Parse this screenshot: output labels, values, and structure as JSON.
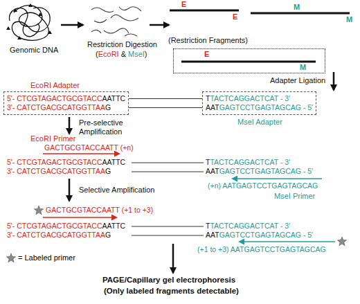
{
  "diagram": {
    "nodes": [
      {
        "text": [
          "E",
          "M"
        ]
      },
      {
        "text": [
          "EcoRI Adapter",
          "5'- CTCGTAGACTGCGTACC",
          "AATTC",
          "3'- CATCTGACGCATGGTTAA",
          "G"
        ]
      },
      {
        "text": [
          "T",
          "TACTCAGGACTCAT - 3'",
          "AAT",
          "GAGTCCTGAGTAGCAG - 5'",
          "MseI Adapter"
        ]
      }
    ],
    "edges": [
      {
        "from": 1,
        "to": 2,
        "arrow": "none"
      },
      {
        "from": 1,
        "to": 2,
        "arrow": "none"
      }
    ],
    "labels": [
      "Genomic DNA",
      "Restriction Digestion",
      "(",
      "EcoRI",
      "&",
      "MseI",
      ")",
      "(Restriction Fragments)",
      "E",
      "E",
      "M",
      "M",
      "Adapter Ligation",
      "Pre-selective Amplification",
      "EcoRI Primer",
      "GACTGCGTACCAATT (+n)",
      "5'- CTCGTAGACTGCGTACC",
      "AATTC",
      "3'- CATCTGACGCATGGTTAA",
      "G",
      "T",
      "TACTCAGGACTCAT - 3'",
      "AAT",
      "GAGTCCTGAGTAGCAG - 5'",
      "(+n) AATGAGTCCTGAGTAGCAG",
      "MseI Primer",
      "Selective Amplification",
      "GACTGCGTACCAATT (+1 to +3)",
      "5'- CTCGTAGACTGCGTACC",
      "AATTC",
      "3'- CATCTGACGCATGGTTAA",
      "G",
      "T",
      "TACTCAGGACTCAT - 3'",
      "AAT",
      "GAGTCCTGAGTAGCAG - 5'",
      "(+1 to +3) AATGAGTCCTGAGTAGCAG",
      "PAGE/Capillary gel electrophoresis",
      "(Only labeled fragments detectable)"
    ],
    "legend": [
      {
        "text": "= Labeled primer"
      }
    ]
  }
}
